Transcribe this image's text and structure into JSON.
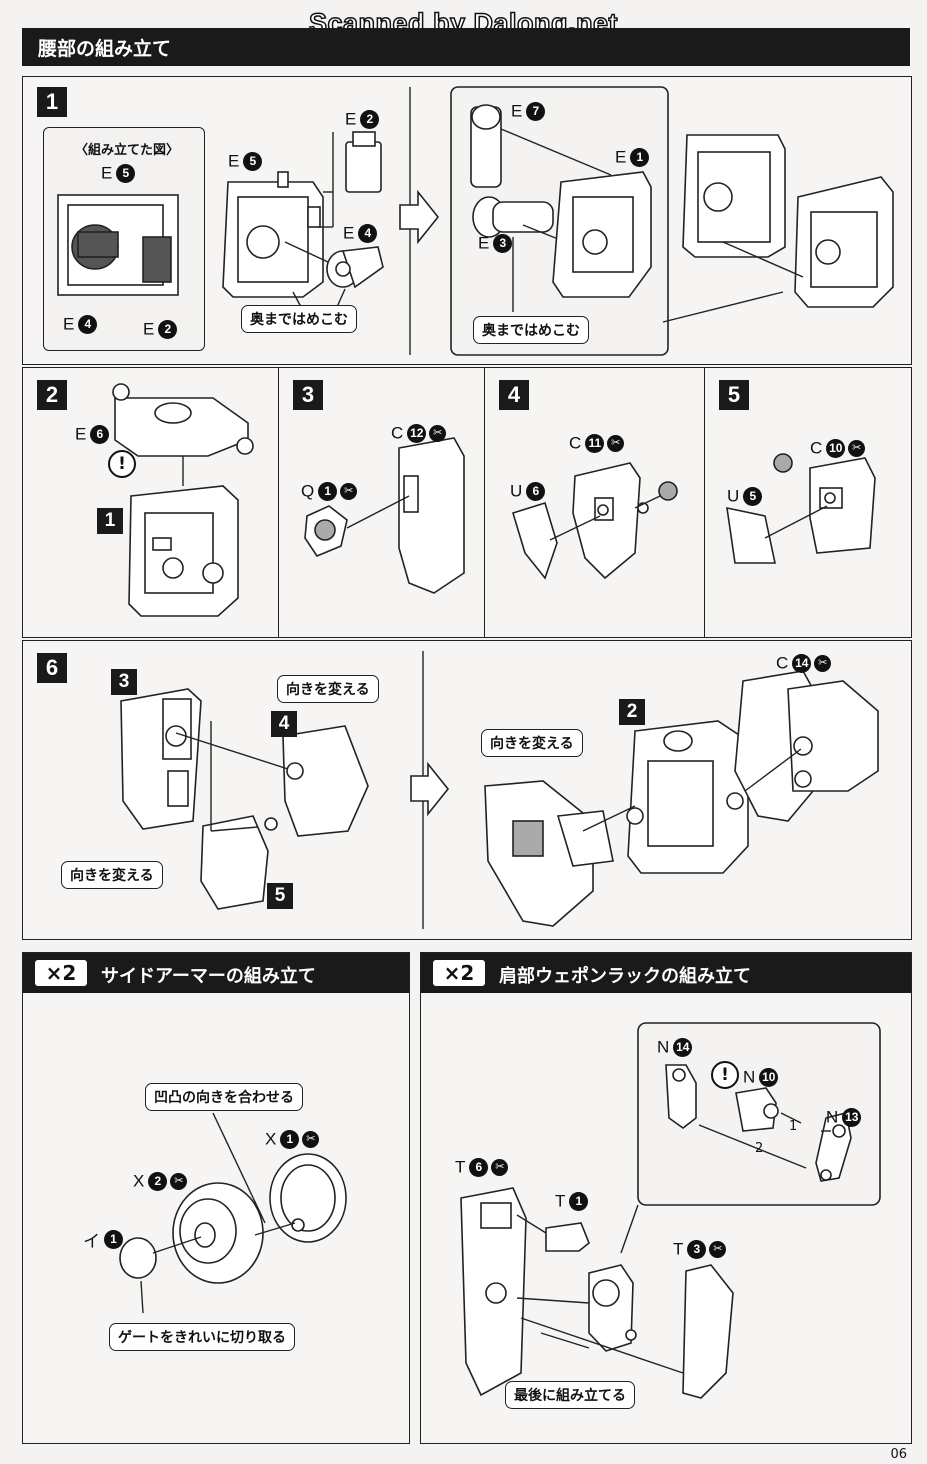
{
  "scan_credit": "Scanned by Dalong.net",
  "header": {
    "title": "腰部の組み立て"
  },
  "steps": {
    "s1": {
      "num": "1",
      "inset_title": "〈組み立てた図〉",
      "press": "奥まではめこむ"
    },
    "s2": {
      "num": "2",
      "sub": "1"
    },
    "s3": {
      "num": "3"
    },
    "s4": {
      "num": "4"
    },
    "s5": {
      "num": "5"
    },
    "s6": {
      "num": "6",
      "turn": "向きを変える",
      "ref3": "3",
      "ref4": "4",
      "ref5": "5",
      "ref2": "2"
    }
  },
  "parts": {
    "E": "E",
    "C": "C",
    "Q": "Q",
    "U": "U",
    "X": "X",
    "I": "イ",
    "N": "N",
    "T": "T",
    "n1": "1",
    "n2": "2",
    "n3": "3",
    "n4": "4",
    "n5": "5",
    "n6": "6",
    "n7": "7",
    "n10": "10",
    "n11": "11",
    "n12": "12",
    "n13": "13",
    "n14": "14"
  },
  "warn": "!",
  "sections": {
    "side": {
      "mult": "×2",
      "title": "サイドアーマーの組み立て",
      "align": "凹凸の向きを合わせる",
      "gate": "ゲートをきれいに切り取る"
    },
    "rack": {
      "mult": "×2",
      "title": "肩部ウェポンラックの組み立て",
      "last": "最後に組み立てる",
      "o1": "1",
      "o2": "2"
    }
  },
  "page_number": "06"
}
